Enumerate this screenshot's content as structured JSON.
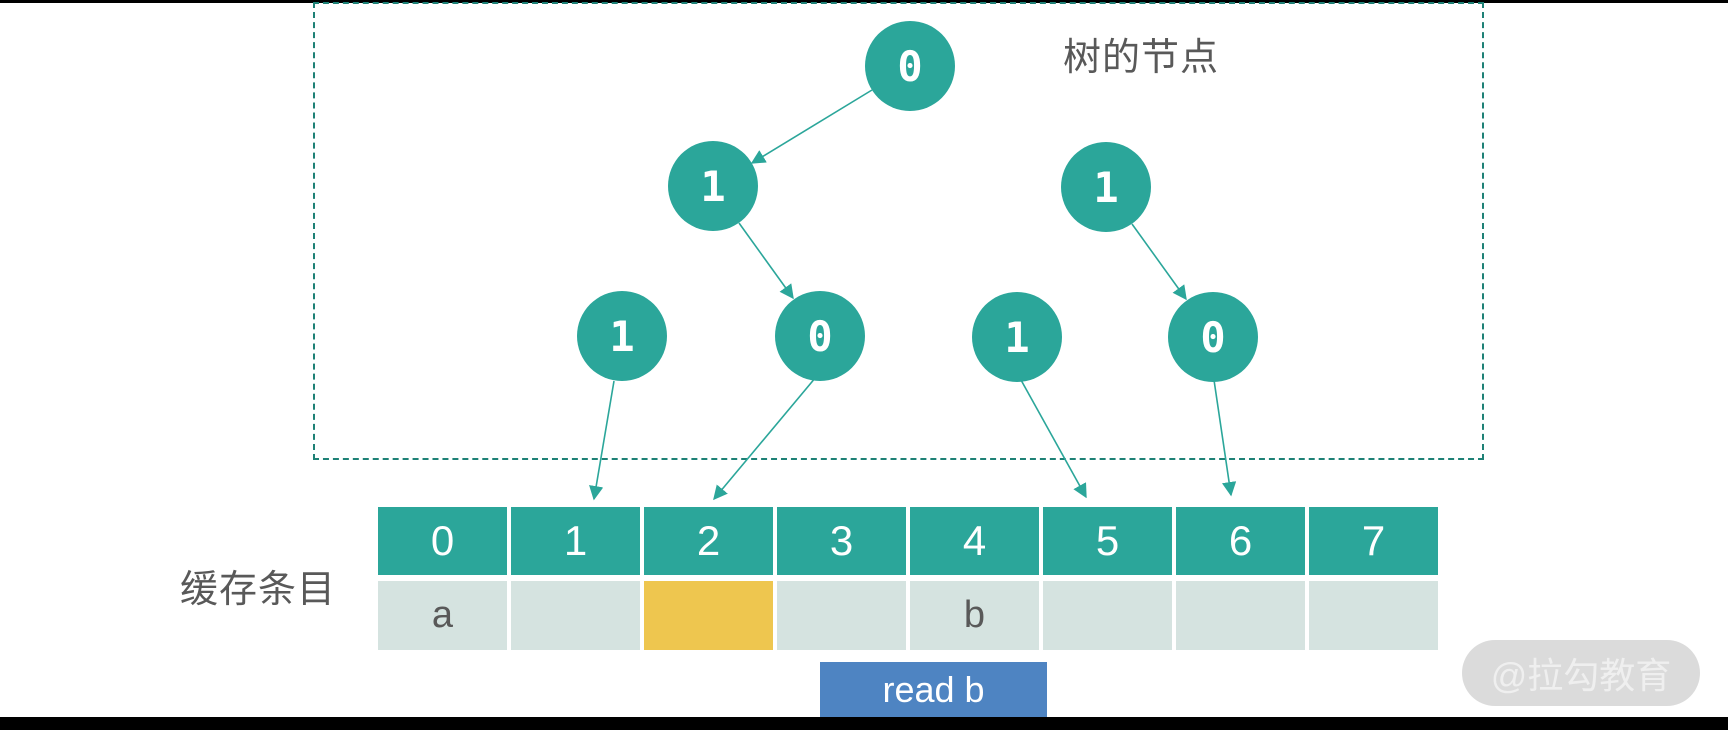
{
  "colors": {
    "teal": "#2BA69A",
    "dashed_border": "#1E8176",
    "light_cell": "#D5E3E0",
    "highlight_yellow": "#EEC64F",
    "button_blue": "#4E84C2",
    "dark_gray_text": "#595959",
    "watermark_bg": "#DBDBDB",
    "bar_black": "#000000"
  },
  "tree_panel": {
    "label": "树的节点",
    "nodes": [
      {
        "id": "root",
        "value": "0"
      },
      {
        "id": "left-child",
        "value": "1"
      },
      {
        "id": "right-child",
        "value": "1"
      },
      {
        "id": "leaf-1",
        "value": "1"
      },
      {
        "id": "leaf-2",
        "value": "0"
      },
      {
        "id": "leaf-3",
        "value": "1"
      },
      {
        "id": "leaf-4",
        "value": "0"
      }
    ],
    "edges": [
      {
        "from": "root",
        "to": "left-child"
      },
      {
        "from": "left-child",
        "to": "leaf-2"
      },
      {
        "from": "right-child",
        "to": "leaf-4"
      },
      {
        "from": "leaf-1",
        "to": "cache-cell-1"
      },
      {
        "from": "leaf-2",
        "to": "cache-cell-2"
      },
      {
        "from": "leaf-3",
        "to": "cache-cell-5"
      },
      {
        "from": "leaf-4",
        "to": "cache-cell-6"
      }
    ]
  },
  "cache": {
    "label": "缓存条目",
    "headers": [
      "0",
      "1",
      "2",
      "3",
      "4",
      "5",
      "6",
      "7"
    ],
    "cells": [
      {
        "text": "a",
        "highlight": false
      },
      {
        "text": "",
        "highlight": false
      },
      {
        "text": "",
        "highlight": true
      },
      {
        "text": "",
        "highlight": false
      },
      {
        "text": "b",
        "highlight": false
      },
      {
        "text": "",
        "highlight": false
      },
      {
        "text": "",
        "highlight": false
      },
      {
        "text": "",
        "highlight": false
      }
    ]
  },
  "action": {
    "label": "read b"
  },
  "watermark": {
    "text": "@拉勾教育"
  }
}
